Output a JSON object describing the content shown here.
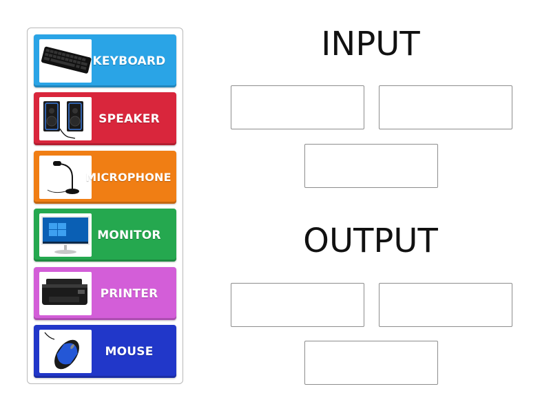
{
  "tiles": [
    {
      "label": "KEYBOARD",
      "color": "#2aa4e6",
      "image": "keyboard-image"
    },
    {
      "label": "SPEAKER",
      "color": "#d9263c",
      "image": "speaker-image"
    },
    {
      "label": "MICROPHONE",
      "color": "#f07e14",
      "image": "microphone-image"
    },
    {
      "label": "MONITOR",
      "color": "#25a84f",
      "image": "monitor-image"
    },
    {
      "label": "PRINTER",
      "color": "#d35ed8",
      "image": "printer-image"
    },
    {
      "label": "MOUSE",
      "color": "#2137c9",
      "image": "mouse-image"
    }
  ],
  "groups": [
    {
      "title": "INPUT"
    },
    {
      "title": "OUTPUT"
    }
  ]
}
